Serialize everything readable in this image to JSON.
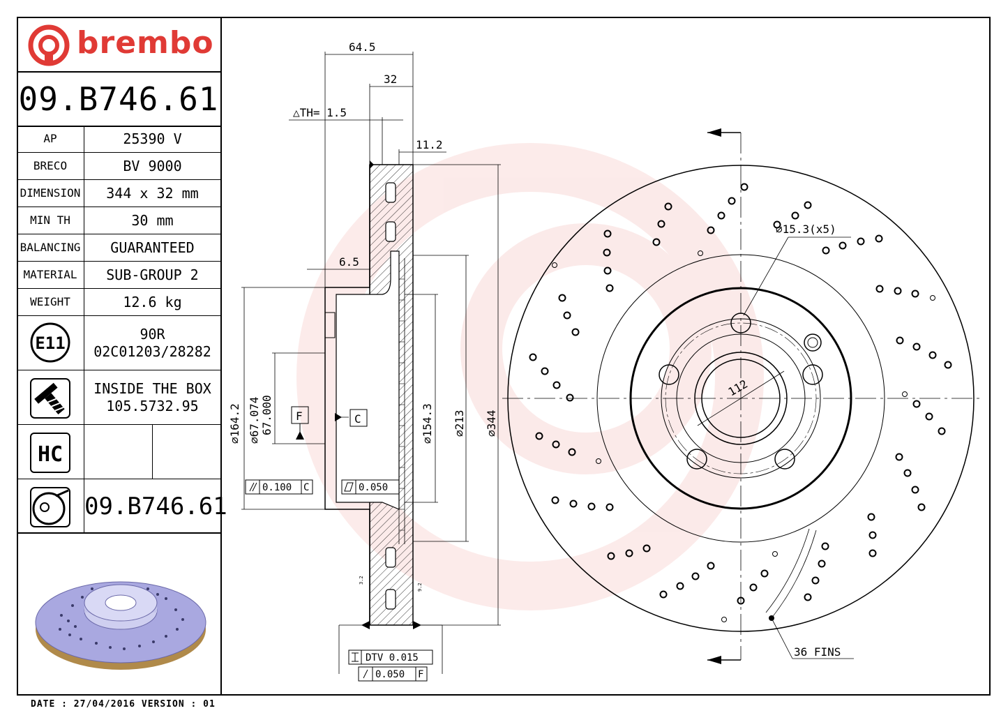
{
  "brand": {
    "name": "brembo",
    "color": "#e03a35"
  },
  "part_code": "09.B746.61",
  "specs": [
    {
      "key": "AP",
      "value": "25390 V"
    },
    {
      "key": "BRECO",
      "value": "BV 9000"
    },
    {
      "key": "DIMENSION",
      "value": "344 x 32 mm"
    },
    {
      "key": "MIN TH",
      "value": "30 mm"
    },
    {
      "key": "BALANCING",
      "value": "GUARANTEED"
    },
    {
      "key": "MATERIAL",
      "value": "SUB-GROUP 2"
    },
    {
      "key": "WEIGHT",
      "value": "12.6 kg"
    }
  ],
  "homologation": {
    "badge": "E11",
    "line1": "90R",
    "line2": "02C01203/28282"
  },
  "box": {
    "line1": "INSIDE THE BOX",
    "line2": "105.5732.95"
  },
  "hc_badge": "HC",
  "bottom_code": "09.B746.61",
  "footer": "DATE : 27/04/2016 VERSION : 01",
  "drawing": {
    "dims": {
      "width_total": "64.5",
      "thickness": "32",
      "th_tolerance": "△TH= 1.5",
      "fin": "11.2",
      "hat_wall": "6.5",
      "d_hat": "⌀164.2",
      "d_bore_max": "⌀67.074",
      "d_bore_min": "67.000",
      "d_inner": "⌀154.3",
      "d_pcd_ring": "⌀213",
      "d_outer": "⌀344",
      "hole_dia": "⌀15.3(x5)",
      "pcd": "112",
      "fins": "36 FINS",
      "small_dim_1": "3.2",
      "small_dim_2": "9.2"
    },
    "datums": {
      "f": "F",
      "c": "C"
    },
    "tolerances": {
      "parallel": "0.100",
      "parallel_ref": "C",
      "flatness": "0.050",
      "dtv": "DTV 0.015",
      "runout": "0.050",
      "runout_ref": "F"
    }
  }
}
